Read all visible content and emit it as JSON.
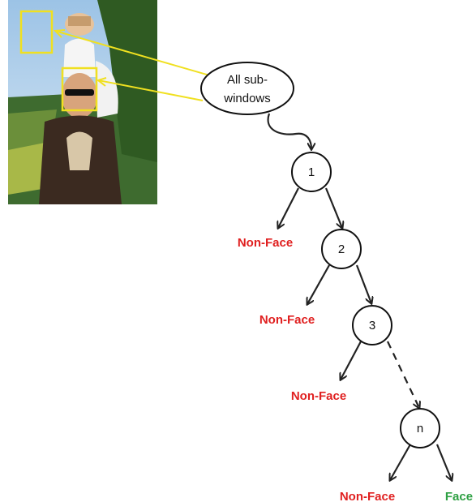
{
  "root_node": {
    "label_line1": "All sub-",
    "label_line2": "windows"
  },
  "stages": [
    {
      "label": "1"
    },
    {
      "label": "2"
    },
    {
      "label": "3"
    },
    {
      "label": "n"
    }
  ],
  "outcomes": {
    "reject_label": "Non-Face",
    "accept_label": "Face",
    "reject_color": "#e02020",
    "accept_color": "#2ea043"
  },
  "photo": {
    "description_icon": "photo-of-man-carrying-child",
    "highlight_color": "#f0e020"
  }
}
